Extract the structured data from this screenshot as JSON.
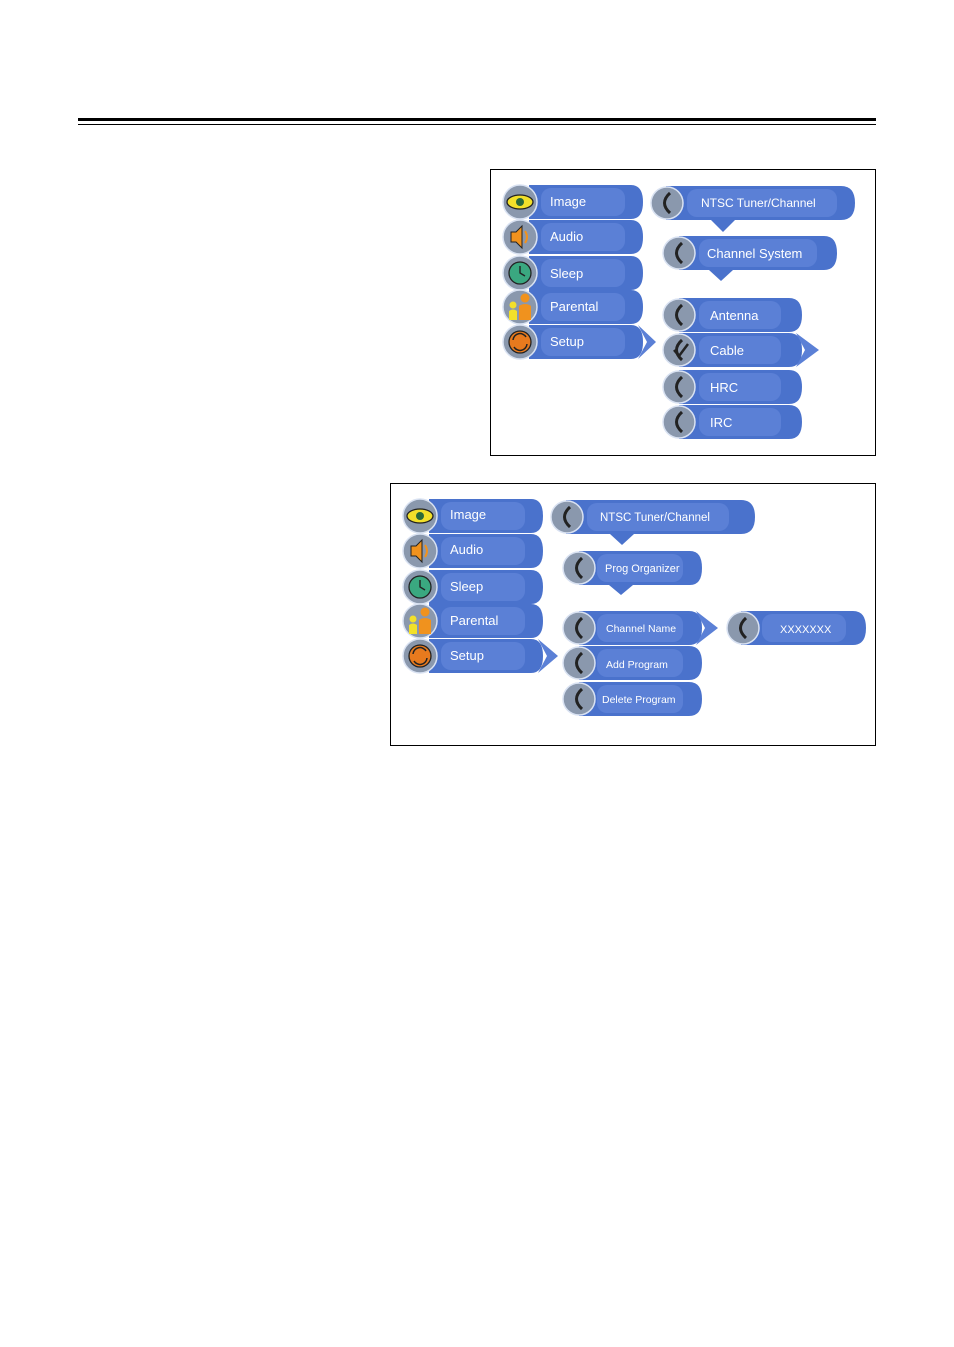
{
  "colors": {
    "pill": "#4a72cc",
    "pill_light": "#6f93e0",
    "pill_dark": "#2f4f9e",
    "icon_bg": "#8a98ad",
    "border": "#000000"
  },
  "screen1": {
    "main_menu": [
      {
        "label": "Image",
        "icon": "eye-icon"
      },
      {
        "label": "Audio",
        "icon": "speaker-icon"
      },
      {
        "label": "Sleep",
        "icon": "clock-icon"
      },
      {
        "label": "Parental",
        "icon": "parental-icon"
      },
      {
        "label": "Setup",
        "icon": "setup-icon"
      }
    ],
    "header": "NTSC Tuner/Channel",
    "submenu": "Channel System",
    "options": [
      {
        "label": "Antenna",
        "checked": false
      },
      {
        "label": "Cable",
        "checked": true
      },
      {
        "label": "HRC",
        "checked": false
      },
      {
        "label": "IRC",
        "checked": false
      }
    ]
  },
  "screen2": {
    "main_menu": [
      {
        "label": "Image",
        "icon": "eye-icon"
      },
      {
        "label": "Audio",
        "icon": "speaker-icon"
      },
      {
        "label": "Sleep",
        "icon": "clock-icon"
      },
      {
        "label": "Parental",
        "icon": "parental-icon"
      },
      {
        "label": "Setup",
        "icon": "setup-icon"
      }
    ],
    "header": "NTSC Tuner/Channel",
    "submenu": "Prog Organizer",
    "options": [
      {
        "label": "Channel Name"
      },
      {
        "label": "Add Program"
      },
      {
        "label": "Delete Program"
      }
    ],
    "value": "XXXXXXX"
  }
}
